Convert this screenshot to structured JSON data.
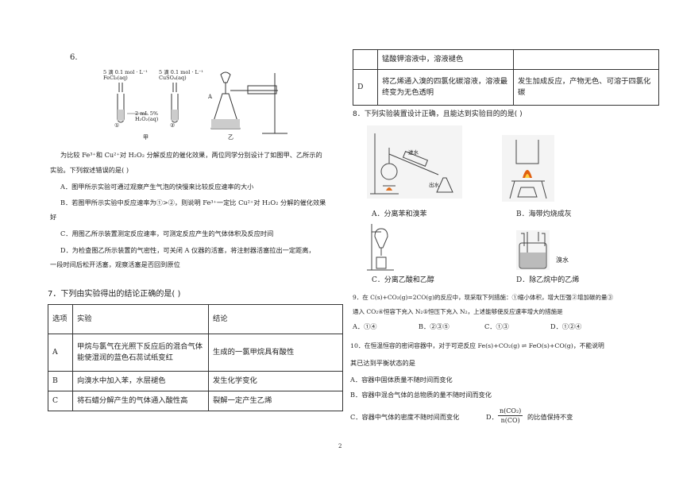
{
  "q6": {
    "number": "6.",
    "fig": {
      "tube1_label": "5 滴 0.1 mol · L⁻¹\nFeCl₃(aq)",
      "tube2_label": "5 滴 0.1 mol · L⁻¹\nCuSO₄(aq)",
      "h2o2_label": "2 mL 5%\nH₂O₂(aq)",
      "circle1": "①",
      "circle2": "②",
      "caption_left": "甲",
      "label_A": "A",
      "caption_right": "乙"
    },
    "stem_line1": "为比较 Fe³⁺和 Cu²⁺对 H₂O₂ 分解反应的催化效果，两位同学分别设计了如图甲、乙所示的",
    "stem_line2": "实验。下列叙述错误的是(      )",
    "optA": "A．图甲所示实验可通过观察产生气泡的快慢来比较反应速率的大小",
    "optB1": "B．若图甲所示实验中反应速率为①>②，则说明 Fe³⁺一定比 Cu²⁺对 H₂O₂ 分解的催化效果",
    "optB2": "好",
    "optC": "C．用图乙所示装置测定反应速率，可测定反应产生的气体体积及反应时间",
    "optD1": "D．为检查图乙所示装置的气密性，可关闭 A 仪器的活塞，将注射器活塞拉出一定距离，",
    "optD2": "一段时间后松开活塞，观察活塞是否回到原位"
  },
  "q7": {
    "title": "7．下列由实验得出的结论正确的是(    )",
    "headers": [
      "选项",
      "实验",
      "结论"
    ],
    "rows": [
      {
        "opt": "A",
        "exp": "甲烷与氯气在光照下反应后的混合气体能使湿润的蓝色石蕊试纸变红",
        "res": "生成的一氯甲烷具有酸性"
      },
      {
        "opt": "B",
        "exp": "向溴水中加入苯，水层褪色",
        "res": "发生化学变化"
      },
      {
        "opt": "C",
        "exp": "将石蜡分解产生的气体通入酸性高",
        "res": "裂解一定产生乙烯"
      }
    ]
  },
  "q7cont": {
    "rows": [
      {
        "opt": "",
        "exp": "锰酸钾溶液中，溶液褪色",
        "res": ""
      },
      {
        "opt": "D",
        "exp": "将乙烯通入溴的四氯化碳溶液，溶液最终变为无色透明",
        "res": "发生加成反应，产物无色、可溶于四氯化碳"
      }
    ]
  },
  "q8": {
    "title": "8．下列实验装置设计正确，且能达到实验目的的是(    )",
    "fig_labels": {
      "water_in": "进水",
      "water_out": "出水",
      "bromine_water": "溴水"
    },
    "optA": "A．分离苯和溴苯",
    "optB": "B．海带灼烧成灰",
    "optC": "C．分离乙酸和乙醇",
    "optD": "D．除乙烷中的乙烯"
  },
  "q9": {
    "line1": "9．在 C(s)+CO₂(g)=2CO(g)的反应中，现采取下列措施：①缩小体积，增大压强②增加碳的量③",
    "line2": "通入 CO₂④恒容下充入 N₂⑤恒压下充入 N₂，上述能够使反应速率增大的措施是",
    "optA": "A．①④",
    "optB": "B．②③⑤",
    "optC": "C．①③",
    "optD": "D．①②④"
  },
  "q10": {
    "line1": "10．在恒温恒容的密闭容器中，对于可逆反应 Fe(s)+CO₂(g) ⇌ FeO(s)+CO(g)，不能说明",
    "line2": "其已达到平衡状态的是",
    "optA": "A．容器中固体质量不随时间而变化",
    "optB": "B．容器中混合气体的总物质的量不随时间而变化",
    "optC": "C．容器中气体的密度不随时间而变化",
    "optD_prefix": "D．",
    "optD_num": "n(CO₂)",
    "optD_den": "n(CO)",
    "optD_suffix": "的比值保持不变"
  },
  "page_number": "2"
}
